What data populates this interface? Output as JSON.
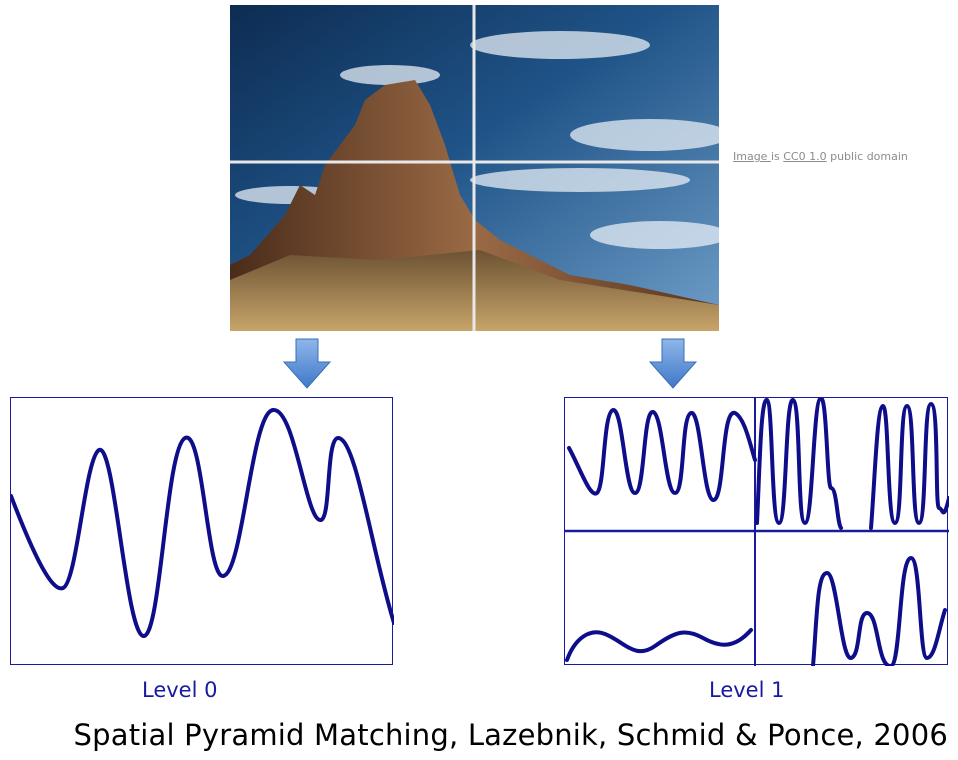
{
  "image_credit": {
    "link1": "Image ",
    "mid": "is ",
    "link2": "CC0 1.0",
    "tail": " public domain"
  },
  "level0": {
    "label": "Level 0"
  },
  "level1": {
    "label": "Level 1"
  },
  "caption": "Spatial Pyramid Matching, Lazebnik, Schmid & Ponce, 2006",
  "colors": {
    "curve": "#0e0e8a",
    "box": "#1a1a9e",
    "arrow": "#5b8fd6",
    "grid": "#e8e8e8"
  }
}
